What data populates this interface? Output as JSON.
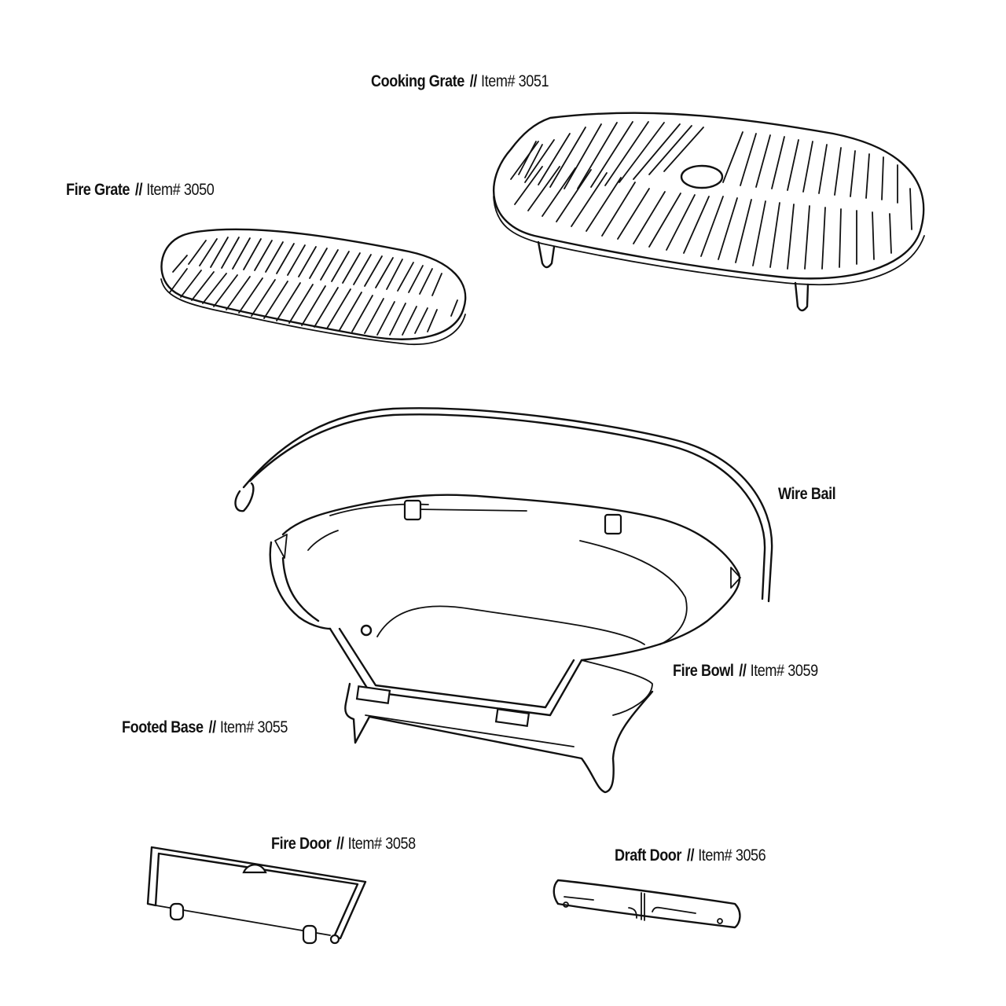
{
  "diagram": {
    "parts": [
      {
        "name": "Cooking Grate",
        "separator": "//",
        "item": "Item# 3051"
      },
      {
        "name": "Fire Grate",
        "separator": "//",
        "item": "Item# 3050"
      },
      {
        "name": "Wire Bail"
      },
      {
        "name": "Fire Bowl",
        "separator": "//",
        "item": "Item# 3059"
      },
      {
        "name": "Footed Base",
        "separator": "//",
        "item": "Item# 3055"
      },
      {
        "name": "Fire Door",
        "separator": "//",
        "item": "Item# 3058"
      },
      {
        "name": "Draft Door",
        "separator": "//",
        "item": "Item# 3056"
      }
    ]
  }
}
